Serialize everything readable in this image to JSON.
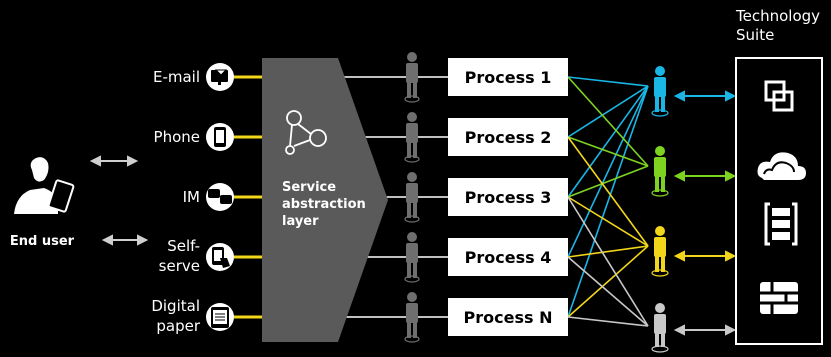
{
  "end_user": {
    "label": "End user"
  },
  "channels": [
    {
      "label": "E-mail",
      "icon": "email-monitor-icon"
    },
    {
      "label": "Phone",
      "icon": "smartphone-icon"
    },
    {
      "label": "IM",
      "icon": "chat-bubbles-icon"
    },
    {
      "label": "Self-serve",
      "line1": "Self-",
      "line2": "serve",
      "icon": "touch-device-icon"
    },
    {
      "label": "Digital paper",
      "line1": "Digital",
      "line2": "paper",
      "icon": "tablet-document-icon"
    }
  ],
  "layer": {
    "line1": "Service",
    "line2": "abstraction",
    "line3": "layer",
    "icon": "network-nodes-icon"
  },
  "processes": [
    "Process 1",
    "Process 2",
    "Process 3",
    "Process 4",
    "Process N"
  ],
  "tech_suite": {
    "line1": "Technology",
    "line2": "Suite",
    "icons": [
      "copy-windows-icon",
      "cloud-icon",
      "server-icon",
      "database-grid-icon"
    ]
  },
  "colors": {
    "line_blue": "#19b6e6",
    "line_green": "#7ed321",
    "line_yellow": "#f2d61a",
    "line_grey": "#c8c8c8",
    "accent_yellow": "#f2d61a",
    "layer_grey": "#5a5a5a"
  }
}
